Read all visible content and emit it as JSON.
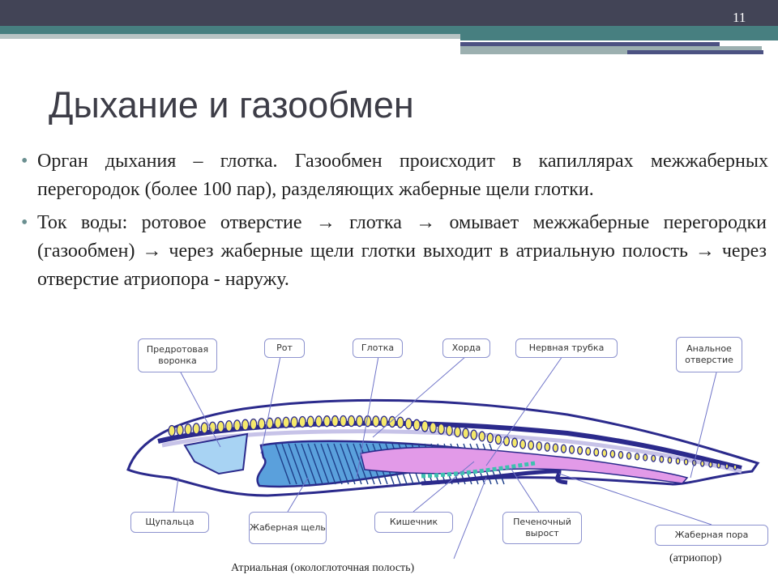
{
  "slide": {
    "page_number": "11",
    "title": "Дыхание и газообмен"
  },
  "bullets": [
    "Орган дыхания – глотка. Газообмен происходит в капиллярах межжаберных перегородок (более 100 пар), разделяющих жаберные щели глотки.",
    "Ток воды: ротовое отверстие → глотка → омывает межжаберные перегородки (газообмен) → через жаберные щели глотки выходит в атриальную полость → через отверстие атриопора - наружу."
  ],
  "diagram": {
    "labels": {
      "oral_funnel": "Предротовая воронка",
      "mouth": "Рот",
      "pharynx": "Глотка",
      "notochord": "Хорда",
      "nerve_tube": "Нервная трубка",
      "anus": "Анальное отверстие",
      "tentacles": "Щупальца",
      "gill_slit": "Жаберная щель",
      "intestine": "Кишечник",
      "liver_outgrowth": "Печеночный вырост",
      "gill_pore": "Жаберная пора"
    },
    "atriopore_caption": "(атриопор)",
    "atrial_caption": "Атриальная (окологлоточная полость)"
  },
  "colors": {
    "header": "#424456",
    "accent": "#477f80",
    "outline": "#2b2a8c",
    "gut": "#e29ae8",
    "pharynx": "#5aa0dc",
    "myomeres": "#f5e96b"
  }
}
